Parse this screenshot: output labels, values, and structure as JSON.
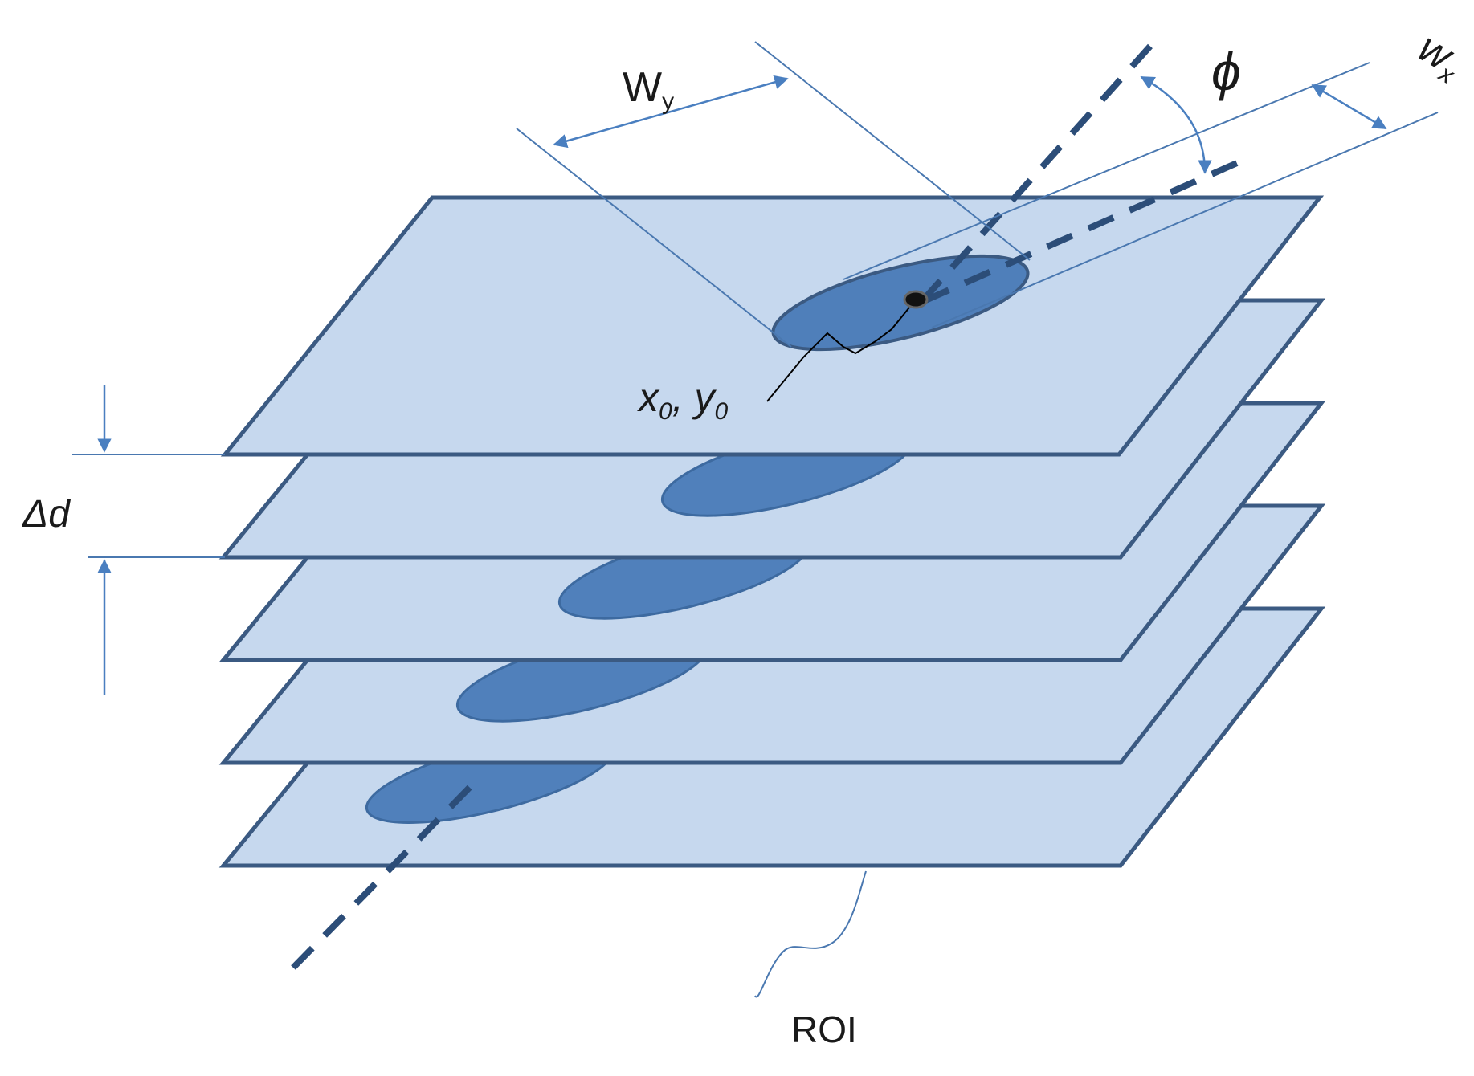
{
  "labels": {
    "wy": "W",
    "wy_sub": "y",
    "wx": "w",
    "wx_sub": "x",
    "phi": "ϕ",
    "x0": "x",
    "x0_sub": "0",
    "y0": "y",
    "y0_sub": "0",
    "delta_d": "Δd",
    "roi": "ROI"
  },
  "colors": {
    "plane_fill": "#c6d8ee",
    "plane_stroke": "#3b5a82",
    "ellipse_fill": "#5080bb",
    "axis": "#2c4d78",
    "dimension": "#4a7fc0"
  }
}
